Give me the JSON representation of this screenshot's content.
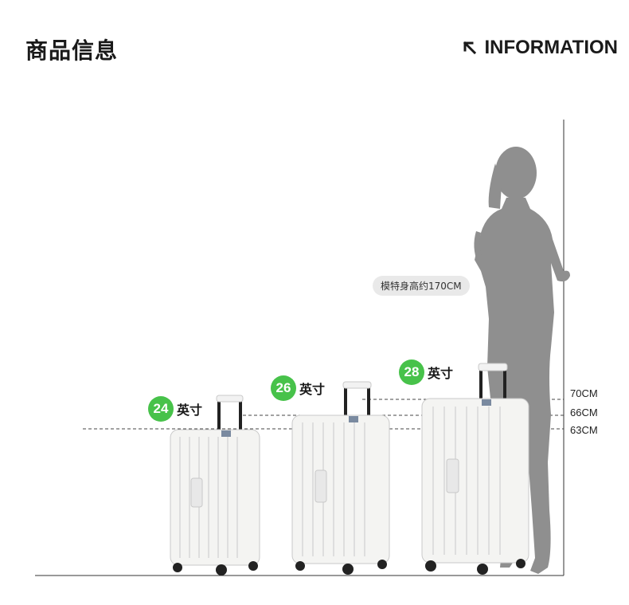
{
  "header": {
    "title_zh": "商品信息",
    "title_en": "INFORMATION",
    "arrow_icon": "arrow-up-left-icon"
  },
  "model_note": "模特身高约170CM",
  "suitcases": [
    {
      "size": "24",
      "unit": "英寸"
    },
    {
      "size": "26",
      "unit": "英寸"
    },
    {
      "size": "28",
      "unit": "英寸"
    }
  ],
  "height_marks": [
    "70CM",
    "66CM",
    "63CM"
  ],
  "colors": {
    "accent_green": "#47c24a",
    "silhouette": "#8f8f8f",
    "suitcase": "#f4f4f2"
  }
}
